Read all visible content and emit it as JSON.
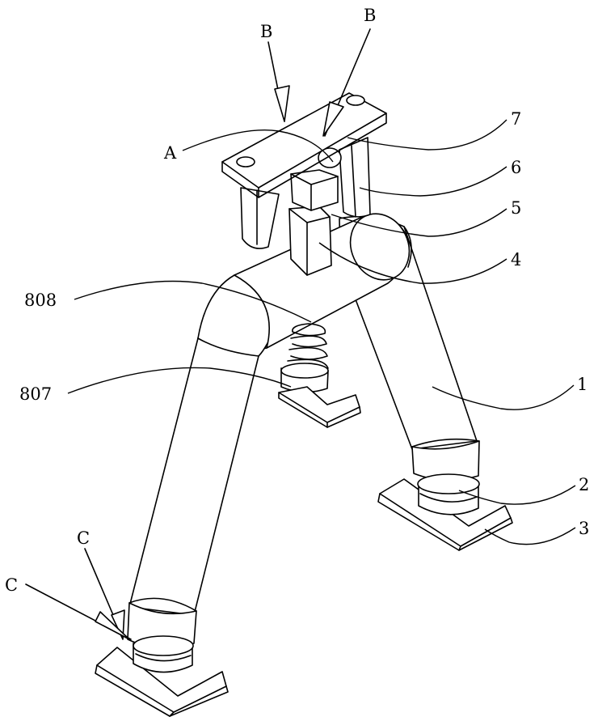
{
  "figure": {
    "callouts": {
      "label_7": "7",
      "label_6": "6",
      "label_5": "5",
      "label_4": "4",
      "label_1": "1",
      "label_2": "2",
      "label_3": "3",
      "label_808": "808",
      "label_807": "807"
    },
    "section_marks": {
      "a": "A",
      "b_left": "B",
      "b_right": "B",
      "c_upper": "C",
      "c_lower": "C"
    }
  }
}
